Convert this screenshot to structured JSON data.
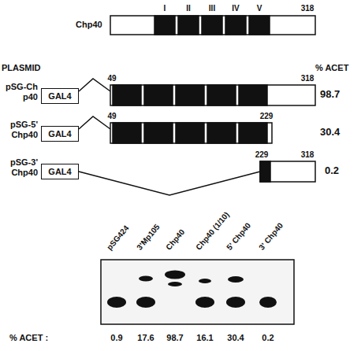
{
  "diagram": {
    "nodes": [
      {
        "text": [
          "GAL4"
        ]
      },
      {
        "text": [
          "GAL4"
        ]
      },
      {
        "text": [
          "GAL4"
        ]
      }
    ],
    "labels": [
      "Chp40",
      "I",
      "II",
      "III",
      "IV",
      "V",
      "318",
      "PLASMID",
      "% ACET",
      "pSG-Ch p40",
      "49",
      "318",
      "98.7",
      "pSG-5' Chp40",
      "49",
      "229",
      "30.4",
      "pSG-3' Chp40",
      "229",
      "318",
      "0.2",
      "pSG424",
      "3'Mp105",
      "Chp40",
      "Chp40 (1/10)",
      "5' Chp40",
      "3' Chp40",
      "% ACET :",
      "0.9",
      "17.6",
      "98.7",
      "16.1",
      "30.4",
      "0.2"
    ]
  }
}
